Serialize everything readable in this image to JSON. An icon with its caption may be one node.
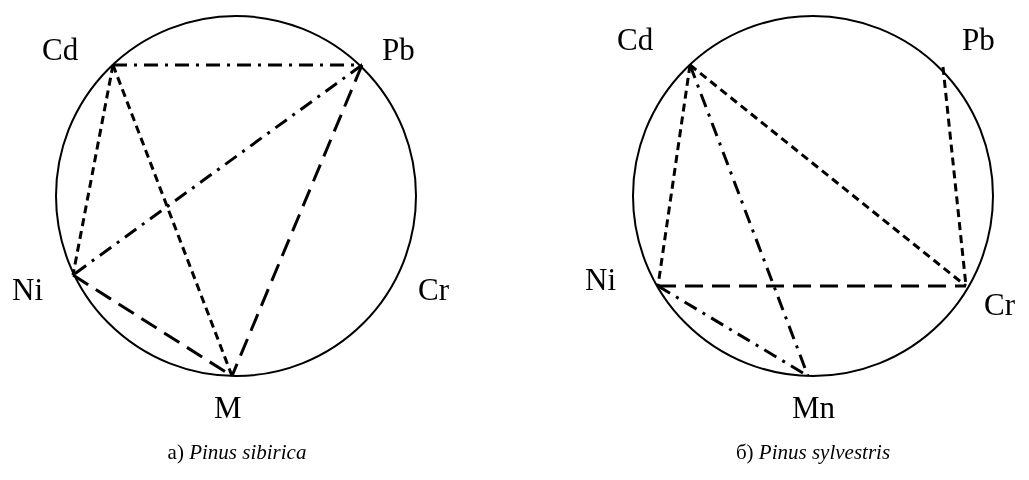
{
  "diagram": {
    "nodes": [
      {
        "text": [
          "Cd"
        ]
      },
      {
        "text": [
          "Pb"
        ]
      },
      {
        "text": [
          "Ni"
        ]
      },
      {
        "text": [
          "Cr"
        ]
      },
      {
        "text": [
          "M"
        ]
      },
      {
        "text": [
          "Cd"
        ]
      },
      {
        "text": [
          "Pb"
        ]
      },
      {
        "text": [
          "Ni"
        ]
      },
      {
        "text": [
          "Cr"
        ]
      },
      {
        "text": [
          "Mn"
        ]
      }
    ],
    "edges": [
      {
        "from": 0,
        "to": 1,
        "arrow": "none",
        "style": "dashed"
      },
      {
        "from": 0,
        "to": 2,
        "arrow": "none",
        "style": "dashed"
      },
      {
        "from": 0,
        "to": 4,
        "arrow": "none",
        "style": "dashed"
      },
      {
        "from": 1,
        "to": 2,
        "arrow": "none",
        "style": "dashed"
      },
      {
        "from": 1,
        "to": 4,
        "arrow": "none",
        "style": "dashed"
      },
      {
        "from": 2,
        "to": 4,
        "arrow": "none",
        "style": "dashed"
      },
      {
        "from": 5,
        "to": 7,
        "arrow": "none",
        "style": "dashed"
      },
      {
        "from": 5,
        "to": 8,
        "arrow": "none",
        "style": "dashed"
      },
      {
        "from": 5,
        "to": 9,
        "arrow": "none",
        "style": "dashed"
      },
      {
        "from": 6,
        "to": 8,
        "arrow": "none",
        "style": "dashed"
      },
      {
        "from": 7,
        "to": 8,
        "arrow": "none",
        "style": "dashed"
      },
      {
        "from": 7,
        "to": 9,
        "arrow": "none",
        "style": "dashed"
      }
    ],
    "labels": [
      "а) *Pinus sibirica*",
      "б) *Pinus sylvestris*"
    ]
  }
}
